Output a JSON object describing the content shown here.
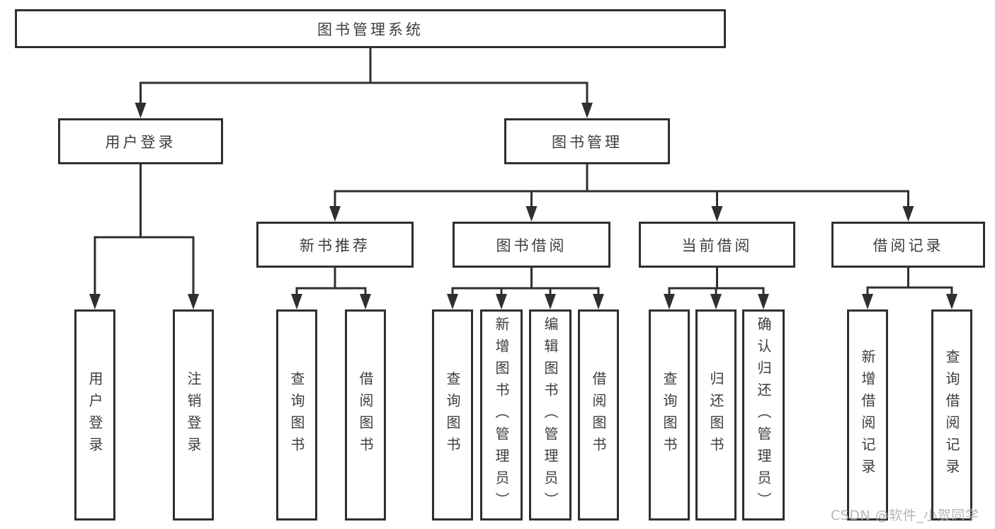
{
  "colors": {
    "line": "#2f2f2f",
    "box_border": "#2f2f2f",
    "text": "#3d3d3d",
    "watermark": "#afafaf",
    "background": "#ffffff"
  },
  "watermark": {
    "text": "CSDN @软件_小贺同学"
  },
  "nodes": {
    "root": {
      "label": "图书管理系统"
    },
    "user_login": {
      "label": "用户登录"
    },
    "book_mgmt": {
      "label": "图书管理"
    },
    "leaf_user_login": {
      "label": "用户登录"
    },
    "leaf_logout": {
      "label": "注销登录"
    },
    "new_rec": {
      "label": "新书推荐"
    },
    "book_borrow": {
      "label": "图书借阅"
    },
    "current_borrow": {
      "label": "当前借阅"
    },
    "borrow_record": {
      "label": "借阅记录"
    },
    "nr_query": {
      "label": "查询图书"
    },
    "nr_borrow": {
      "label": "借阅图书"
    },
    "bb_query": {
      "label": "查询图书"
    },
    "bb_add": {
      "label": "新增图书（管理员）"
    },
    "bb_edit": {
      "label": "编辑图书（管理员）"
    },
    "bb_borrow": {
      "label": "借阅图书"
    },
    "cb_query": {
      "label": "查询图书"
    },
    "cb_return": {
      "label": "归还图书"
    },
    "cb_confirm": {
      "label": "确认归还（管理员）"
    },
    "br_add": {
      "label": "新增借阅记录"
    },
    "br_query": {
      "label": "查询借阅记录"
    }
  }
}
